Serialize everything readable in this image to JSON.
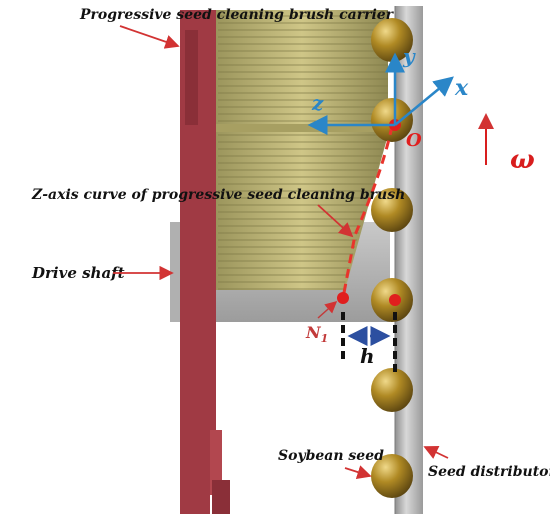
{
  "labels": {
    "carrier": "Progressive seed cleaning brush carrier",
    "zcurve": "Z-axis curve of progressive seed cleaning brush",
    "drive_shaft": "Drive shaft",
    "soybean_seed": "Soybean seed",
    "seed_distributor": "Seed distributor",
    "n1_base": "N",
    "n1_sub": "1",
    "h": "h",
    "origin": "O",
    "axis_x": "x",
    "axis_y": "y",
    "axis_z": "z",
    "omega": "ω"
  },
  "colors": {
    "carrier": "#a03a44",
    "carrier_dark": "#7e2a33",
    "brush": "#b5ad6e",
    "brush_dark": "#8a8450",
    "distributor": "#b9b9b9",
    "seed": "#b08a24",
    "axis": "#2a86c8",
    "curve": "#e8342c",
    "arrow": "#d23333",
    "omega": "#d81e1e",
    "h_arrow": "#2c4fa0"
  },
  "seeds_count": 6
}
